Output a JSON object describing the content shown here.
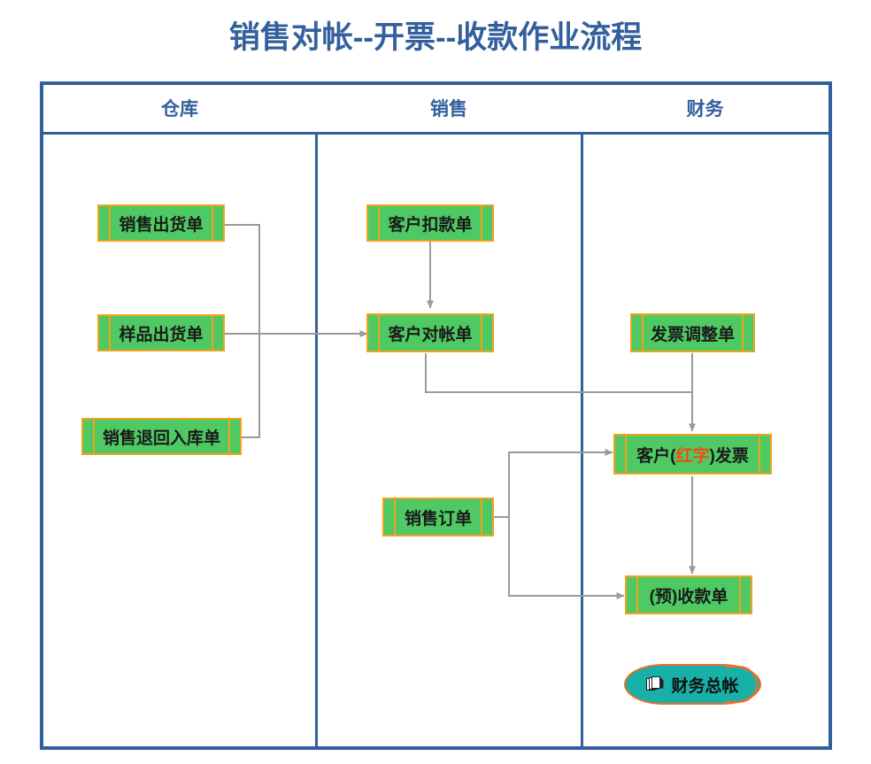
{
  "title": "销售对帐--开票--收款作业流程",
  "colors": {
    "title": "#33609C",
    "frame": "#33609C",
    "node_fill": "#4FC963",
    "node_border": "#F2A21C",
    "cylinder_fill": "#17B1A8",
    "cylinder_border": "#F06C2B",
    "connector": "#9A9A9A",
    "highlight_text": "#F04B16"
  },
  "lanes": [
    {
      "id": "warehouse",
      "label": "仓库"
    },
    {
      "id": "sales",
      "label": "销售"
    },
    {
      "id": "finance",
      "label": "财务"
    }
  ],
  "nodes": [
    {
      "id": "sales-delivery-note",
      "label": "销售出货单",
      "lane": "warehouse",
      "shape": "document"
    },
    {
      "id": "sample-delivery-note",
      "label": "样品出货单",
      "lane": "warehouse",
      "shape": "document"
    },
    {
      "id": "sales-return-receipt",
      "label": "销售退回入库单",
      "lane": "warehouse",
      "shape": "document"
    },
    {
      "id": "customer-deduction",
      "label": "客户扣款单",
      "lane": "sales",
      "shape": "document"
    },
    {
      "id": "customer-statement",
      "label": "客户对帐单",
      "lane": "sales",
      "shape": "document"
    },
    {
      "id": "sales-order",
      "label": "销售订单",
      "lane": "sales",
      "shape": "document"
    },
    {
      "id": "invoice-adjustment",
      "label": "发票调整单",
      "lane": "finance",
      "shape": "document"
    },
    {
      "id": "customer-red-invoice",
      "label_pre": "客户(",
      "label_red": "红字",
      "label_post": ")发票",
      "lane": "finance",
      "shape": "document"
    },
    {
      "id": "prepay-receipt",
      "label": "(预)收款单",
      "lane": "finance",
      "shape": "document"
    },
    {
      "id": "finance-ledger",
      "label": "财务总帐",
      "lane": "finance",
      "shape": "cylinder",
      "icon": "documents-stack-icon"
    }
  ],
  "edges": [
    {
      "from": "sales-delivery-note",
      "to": "customer-statement"
    },
    {
      "from": "sample-delivery-note",
      "to": "customer-statement"
    },
    {
      "from": "sales-return-receipt",
      "to": "customer-statement"
    },
    {
      "from": "customer-deduction",
      "to": "customer-statement"
    },
    {
      "from": "customer-statement",
      "to": "customer-red-invoice"
    },
    {
      "from": "invoice-adjustment",
      "to": "customer-red-invoice"
    },
    {
      "from": "sales-order",
      "to": "customer-red-invoice"
    },
    {
      "from": "sales-order",
      "to": "prepay-receipt"
    },
    {
      "from": "customer-red-invoice",
      "to": "prepay-receipt"
    }
  ]
}
